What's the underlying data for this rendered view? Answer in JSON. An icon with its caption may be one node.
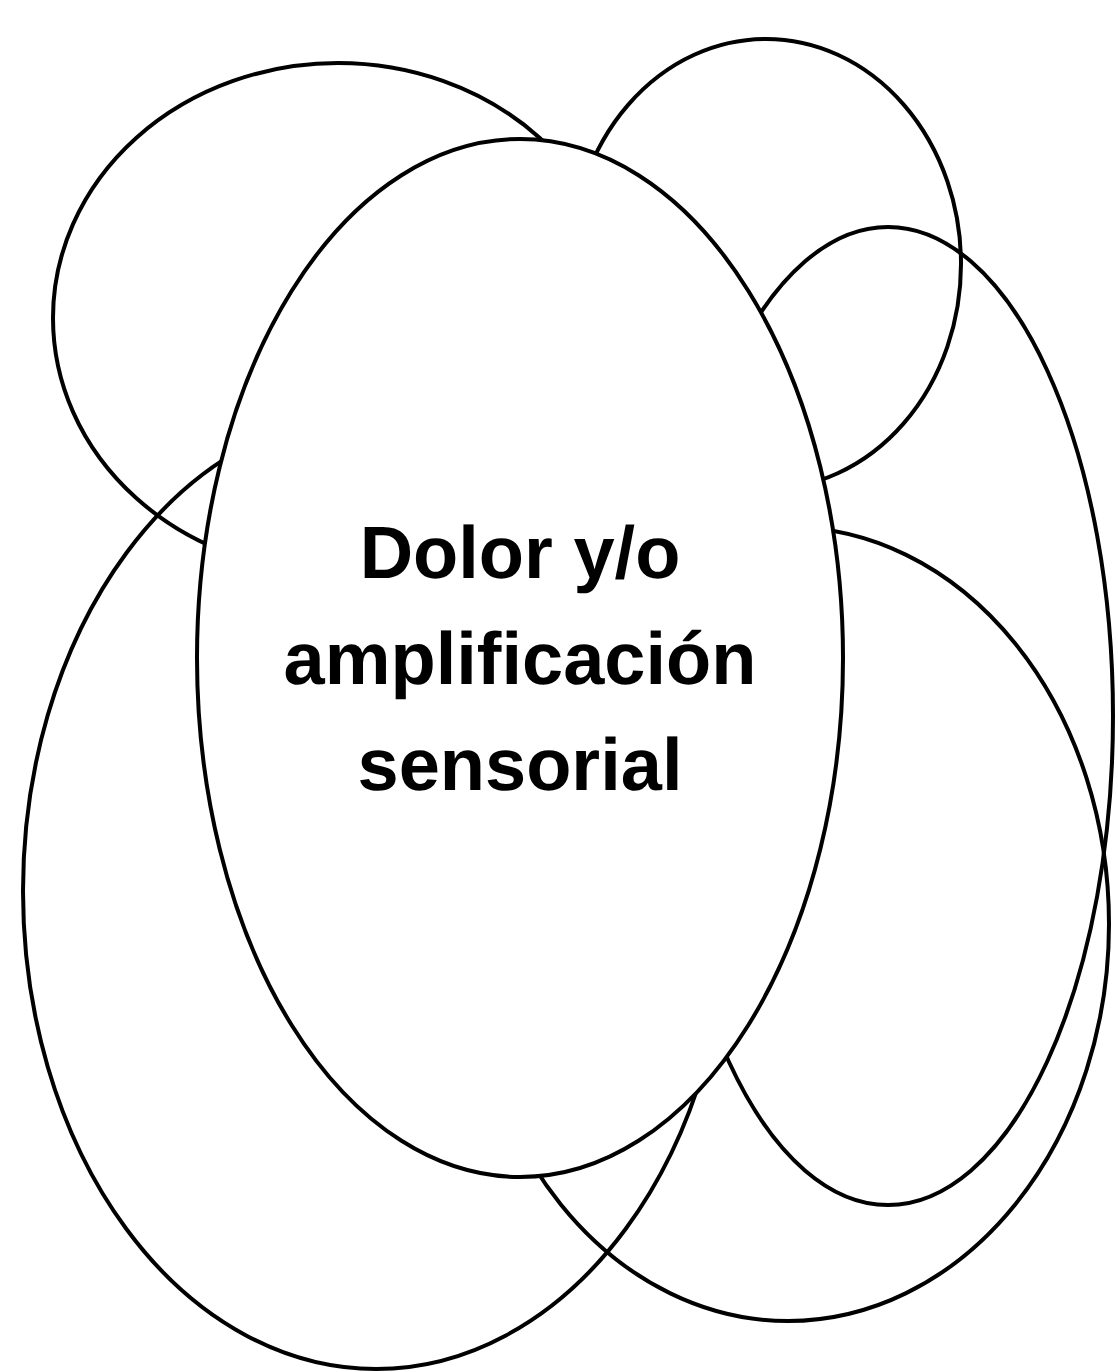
{
  "diagram": {
    "nodes": [
      {
        "text": [],
        "shape": "ellipse"
      },
      {
        "text": [],
        "shape": "ellipse"
      },
      {
        "text": [
          "Dolor y/o amplificación sensorial"
        ]
      },
      {
        "text": [],
        "shape": "ellipse"
      },
      {
        "text": [],
        "shape": "ellipse"
      },
      {
        "text": [],
        "shape": "ellipse"
      }
    ]
  }
}
